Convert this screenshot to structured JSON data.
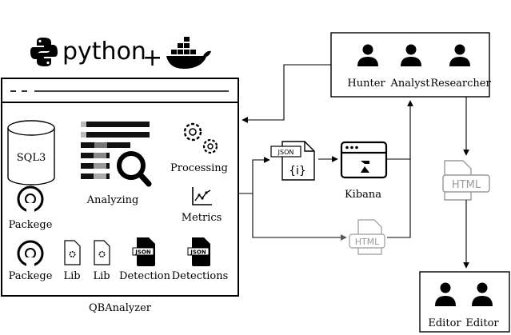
{
  "header": {
    "python_word": "python",
    "plus": "+",
    "python_logo_icon": "python-logo-icon",
    "docker_logo_icon": "docker-whale-icon"
  },
  "qbanalyzer": {
    "caption": "QBAnalyzer",
    "items": {
      "sql": "SQL3",
      "analyzing": "Analyzing",
      "processing": "Processing",
      "metrics": "Metrics",
      "package_top": "Packege",
      "package_bottom": "Packege",
      "lib_1": "Lib",
      "lib_2": "Lib",
      "detection": "Detection",
      "detections": "Detections"
    },
    "json_badge": "JSON"
  },
  "json_doc": {
    "badge": "JSON",
    "glyph": "{i}"
  },
  "kibana": {
    "label": "Kibana"
  },
  "html_doc": {
    "text": "HTML"
  },
  "html_doc_right": {
    "text": "HTML"
  },
  "users_top": [
    "Hunter",
    "Analyst",
    "Researcher"
  ],
  "users_bottom": [
    "Editor",
    "Editor"
  ],
  "colors": {
    "ink": "#000000",
    "faded": "#9a9a9a"
  }
}
